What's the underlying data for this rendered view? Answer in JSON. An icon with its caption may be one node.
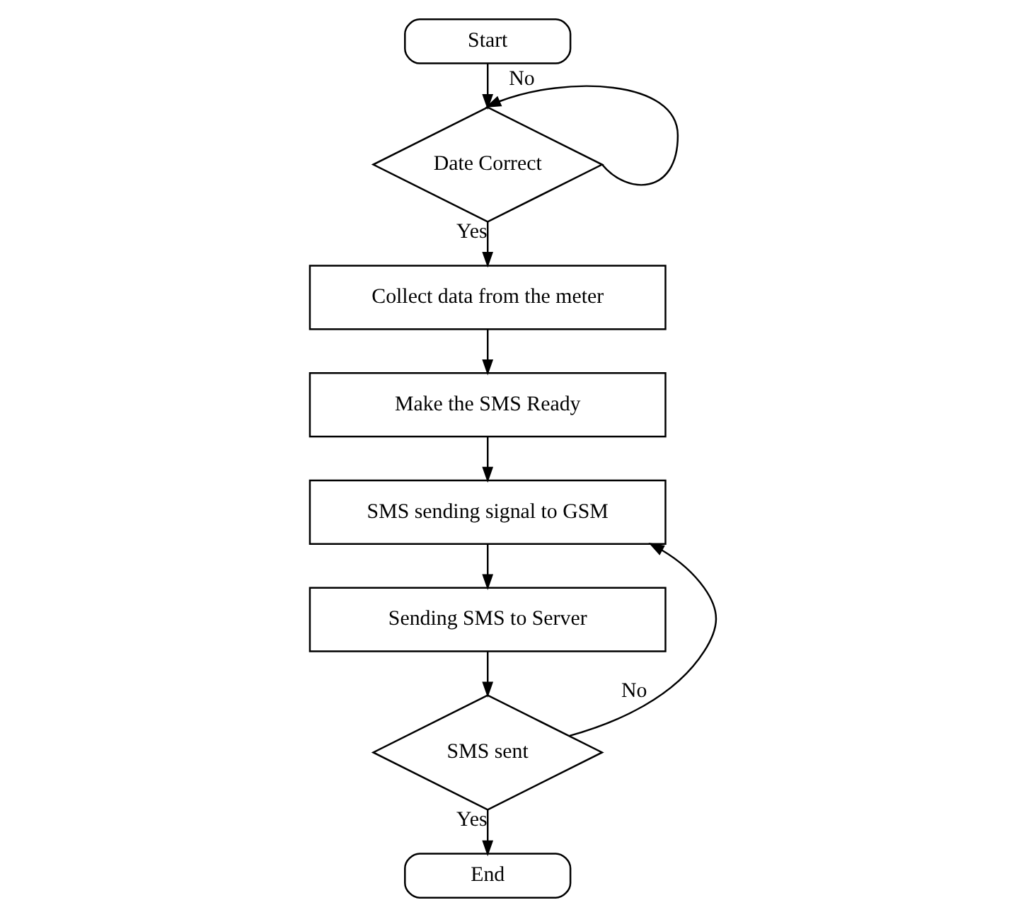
{
  "diagram": {
    "nodes": [
      {
        "text": [
          "Start"
        ]
      },
      {
        "text": [
          "Date Correct"
        ]
      },
      {
        "text": [
          "Collect data from the meter"
        ]
      },
      {
        "text": [
          "Make the SMS Ready"
        ]
      },
      {
        "text": [
          "SMS sending signal to GSM"
        ]
      },
      {
        "text": [
          "Sending SMS to Server"
        ]
      },
      {
        "text": [
          "SMS sent"
        ]
      },
      {
        "text": [
          "End"
        ]
      }
    ],
    "edges": [
      {
        "from": 0,
        "to": 1,
        "arrow": "to"
      },
      {
        "from": 1,
        "to": 1,
        "arrow": "to",
        "label": "No"
      },
      {
        "from": 1,
        "to": 2,
        "arrow": "to",
        "label": "Yes"
      },
      {
        "from": 2,
        "to": 3,
        "arrow": "to"
      },
      {
        "from": 3,
        "to": 4,
        "arrow": "to"
      },
      {
        "from": 4,
        "to": 5,
        "arrow": "to"
      },
      {
        "from": 5,
        "to": 6,
        "arrow": "to"
      },
      {
        "from": 6,
        "to": 4,
        "arrow": "to",
        "label": "No"
      },
      {
        "from": 6,
        "to": 7,
        "arrow": "to",
        "label": "Yes"
      }
    ]
  }
}
